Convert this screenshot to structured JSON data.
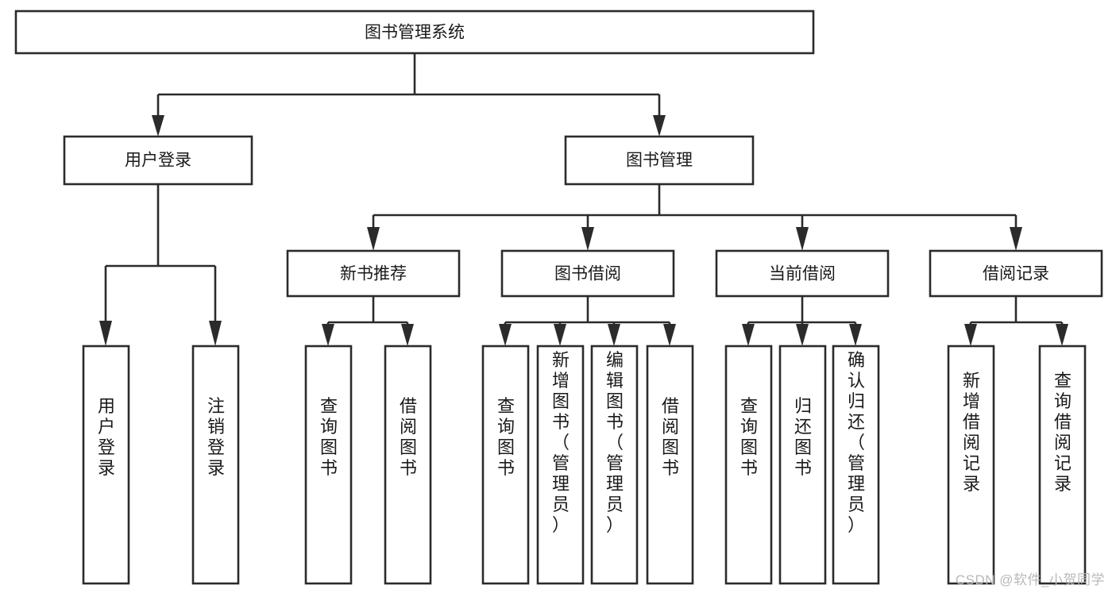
{
  "diagram": {
    "type": "tree-hierarchy",
    "title": "图书管理系统",
    "watermark": "CSDN @软件_小贺同学",
    "colors": {
      "stroke": "#2b2b2b",
      "box_fill": "#ffffff",
      "text": "#1a1a1a",
      "background": "#ffffff",
      "watermark": "#b9b9b9"
    },
    "levels": [
      {
        "level": 0,
        "nodes": [
          {
            "id": "root",
            "label": "图书管理系统",
            "orientation": "horizontal"
          }
        ]
      },
      {
        "level": 1,
        "nodes": [
          {
            "id": "login",
            "label": "用户登录",
            "orientation": "horizontal",
            "parent": "root"
          },
          {
            "id": "bookmgmt",
            "label": "图书管理",
            "orientation": "horizontal",
            "parent": "root"
          }
        ]
      },
      {
        "level": 2,
        "nodes": [
          {
            "id": "newbook",
            "label": "新书推荐",
            "orientation": "horizontal",
            "parent": "bookmgmt"
          },
          {
            "id": "borrow",
            "label": "图书借阅",
            "orientation": "horizontal",
            "parent": "bookmgmt"
          },
          {
            "id": "current",
            "label": "当前借阅",
            "orientation": "horizontal",
            "parent": "bookmgmt"
          },
          {
            "id": "records",
            "label": "借阅记录",
            "orientation": "horizontal",
            "parent": "bookmgmt"
          }
        ]
      },
      {
        "level": 3,
        "nodes": [
          {
            "id": "leaf-user-login",
            "label": "用户登录",
            "orientation": "vertical",
            "parent": "login"
          },
          {
            "id": "leaf-user-logout",
            "label": "注销登录",
            "orientation": "vertical",
            "parent": "login"
          },
          {
            "id": "leaf-query-book-1",
            "label": "查询图书",
            "orientation": "vertical",
            "parent": "newbook"
          },
          {
            "id": "leaf-borrow-book-1",
            "label": "借阅图书",
            "orientation": "vertical",
            "parent": "newbook"
          },
          {
            "id": "leaf-query-book-2",
            "label": "查询图书",
            "orientation": "vertical",
            "parent": "borrow"
          },
          {
            "id": "leaf-add-book",
            "label": "新增图书（管理员）",
            "orientation": "vertical",
            "parent": "borrow"
          },
          {
            "id": "leaf-edit-book",
            "label": "编辑图书（管理员）",
            "orientation": "vertical",
            "parent": "borrow"
          },
          {
            "id": "leaf-borrow-book-2",
            "label": "借阅图书",
            "orientation": "vertical",
            "parent": "borrow"
          },
          {
            "id": "leaf-query-book-3",
            "label": "查询图书",
            "orientation": "vertical",
            "parent": "current"
          },
          {
            "id": "leaf-return-book",
            "label": "归还图书",
            "orientation": "vertical",
            "parent": "current"
          },
          {
            "id": "leaf-confirm-ret",
            "label": "确认归还（管理员）",
            "orientation": "vertical",
            "parent": "current"
          },
          {
            "id": "leaf-add-record",
            "label": "新增借阅记录",
            "orientation": "vertical",
            "parent": "records"
          },
          {
            "id": "leaf-query-record",
            "label": "查询借阅记录",
            "orientation": "vertical",
            "parent": "records"
          }
        ]
      }
    ]
  }
}
